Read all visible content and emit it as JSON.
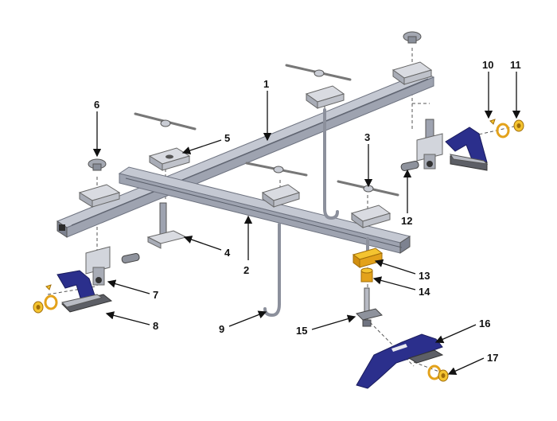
{
  "diagram": {
    "callouts": [
      "1",
      "2",
      "3",
      "4",
      "5",
      "6",
      "7",
      "8",
      "9",
      "10",
      "11",
      "12",
      "13",
      "14",
      "15",
      "16",
      "17"
    ],
    "colors": {
      "rail": "#bcc0cc",
      "rail_dark": "#8a8f9e",
      "steel": "#c9ccd4",
      "steel_dark": "#7d8290",
      "clamp_blue": "#2b2f8c",
      "rubber": "#5d5f66",
      "brass": "#e3a21b",
      "brass_light": "#f4c430",
      "leader": "#111111"
    },
    "components": [
      "rail-long",
      "rail-cross",
      "t-knob-screw",
      "hook-rod",
      "clamp-block",
      "star-knob",
      "bracket-pin",
      "rubber-foot-clamp",
      "eye-hook",
      "small-washer",
      "brass-nut",
      "pin",
      "brass-bracket",
      "brass-collar",
      "threaded-stud",
      "base-clamp",
      "base-nut"
    ]
  }
}
